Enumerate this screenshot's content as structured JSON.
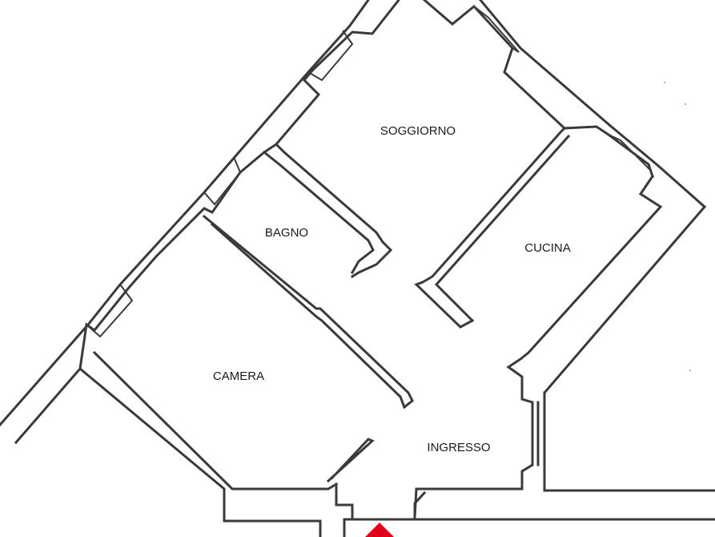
{
  "rooms": {
    "soggiorno": "SOGGIORNO",
    "bagno": "BAGNO",
    "cucina": "CUCINA",
    "camera": "CAMERA",
    "ingresso": "INGRESSO"
  },
  "colors": {
    "wall": "#3a3a3a",
    "marker": "#e0001a",
    "background": "#ffffff"
  },
  "icons": {
    "entrance": "entrance-marker-icon"
  }
}
